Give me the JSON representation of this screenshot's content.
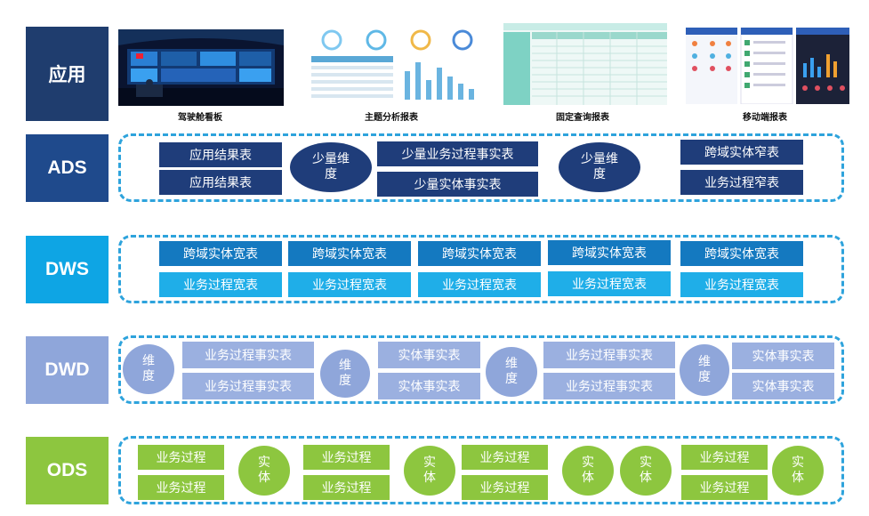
{
  "layers": {
    "app": "应用",
    "ads": "ADS",
    "dws": "DWS",
    "dwd": "DWD",
    "ods": "ODS"
  },
  "apps": [
    {
      "caption": "驾驶舱看板"
    },
    {
      "caption": "主题分析报表"
    },
    {
      "caption": "固定查询报表"
    },
    {
      "caption": "移动端报表"
    }
  ],
  "ads": {
    "result_table_1": "应用结果表",
    "result_table_2": "应用结果表",
    "dim_1": "少量维度",
    "process_fact": "少量业务过程事实表",
    "entity_fact": "少量实体事实表",
    "dim_2": "少量维度",
    "cross_narrow": "跨域实体窄表",
    "process_narrow": "业务过程窄表"
  },
  "dws": {
    "columns": [
      {
        "top": "跨域实体宽表",
        "bottom": "业务过程宽表"
      },
      {
        "top": "跨域实体宽表",
        "bottom": "业务过程宽表"
      },
      {
        "top": "跨域实体宽表",
        "bottom": "业务过程宽表"
      },
      {
        "top": "跨域实体宽表",
        "bottom": "业务过程宽表"
      },
      {
        "top": "跨域实体宽表",
        "bottom": "业务过程宽表"
      }
    ]
  },
  "dwd": {
    "dim": "维度",
    "groups": [
      {
        "top": "业务过程事实表",
        "bottom": "业务过程事实表"
      },
      {
        "top": "实体事实表",
        "bottom": "实体事实表"
      },
      {
        "top": "业务过程事实表",
        "bottom": "业务过程事实表"
      },
      {
        "top": "实体事实表",
        "bottom": "实体事实表"
      }
    ]
  },
  "ods": {
    "entity": "实体",
    "process": "业务过程"
  },
  "colors": {
    "navy": "#1f3d7a",
    "blue": "#1479c0",
    "sky": "#1faee8",
    "lavender": "#8fa6da",
    "green": "#8dc63f",
    "dash": "#2ea3dc"
  }
}
